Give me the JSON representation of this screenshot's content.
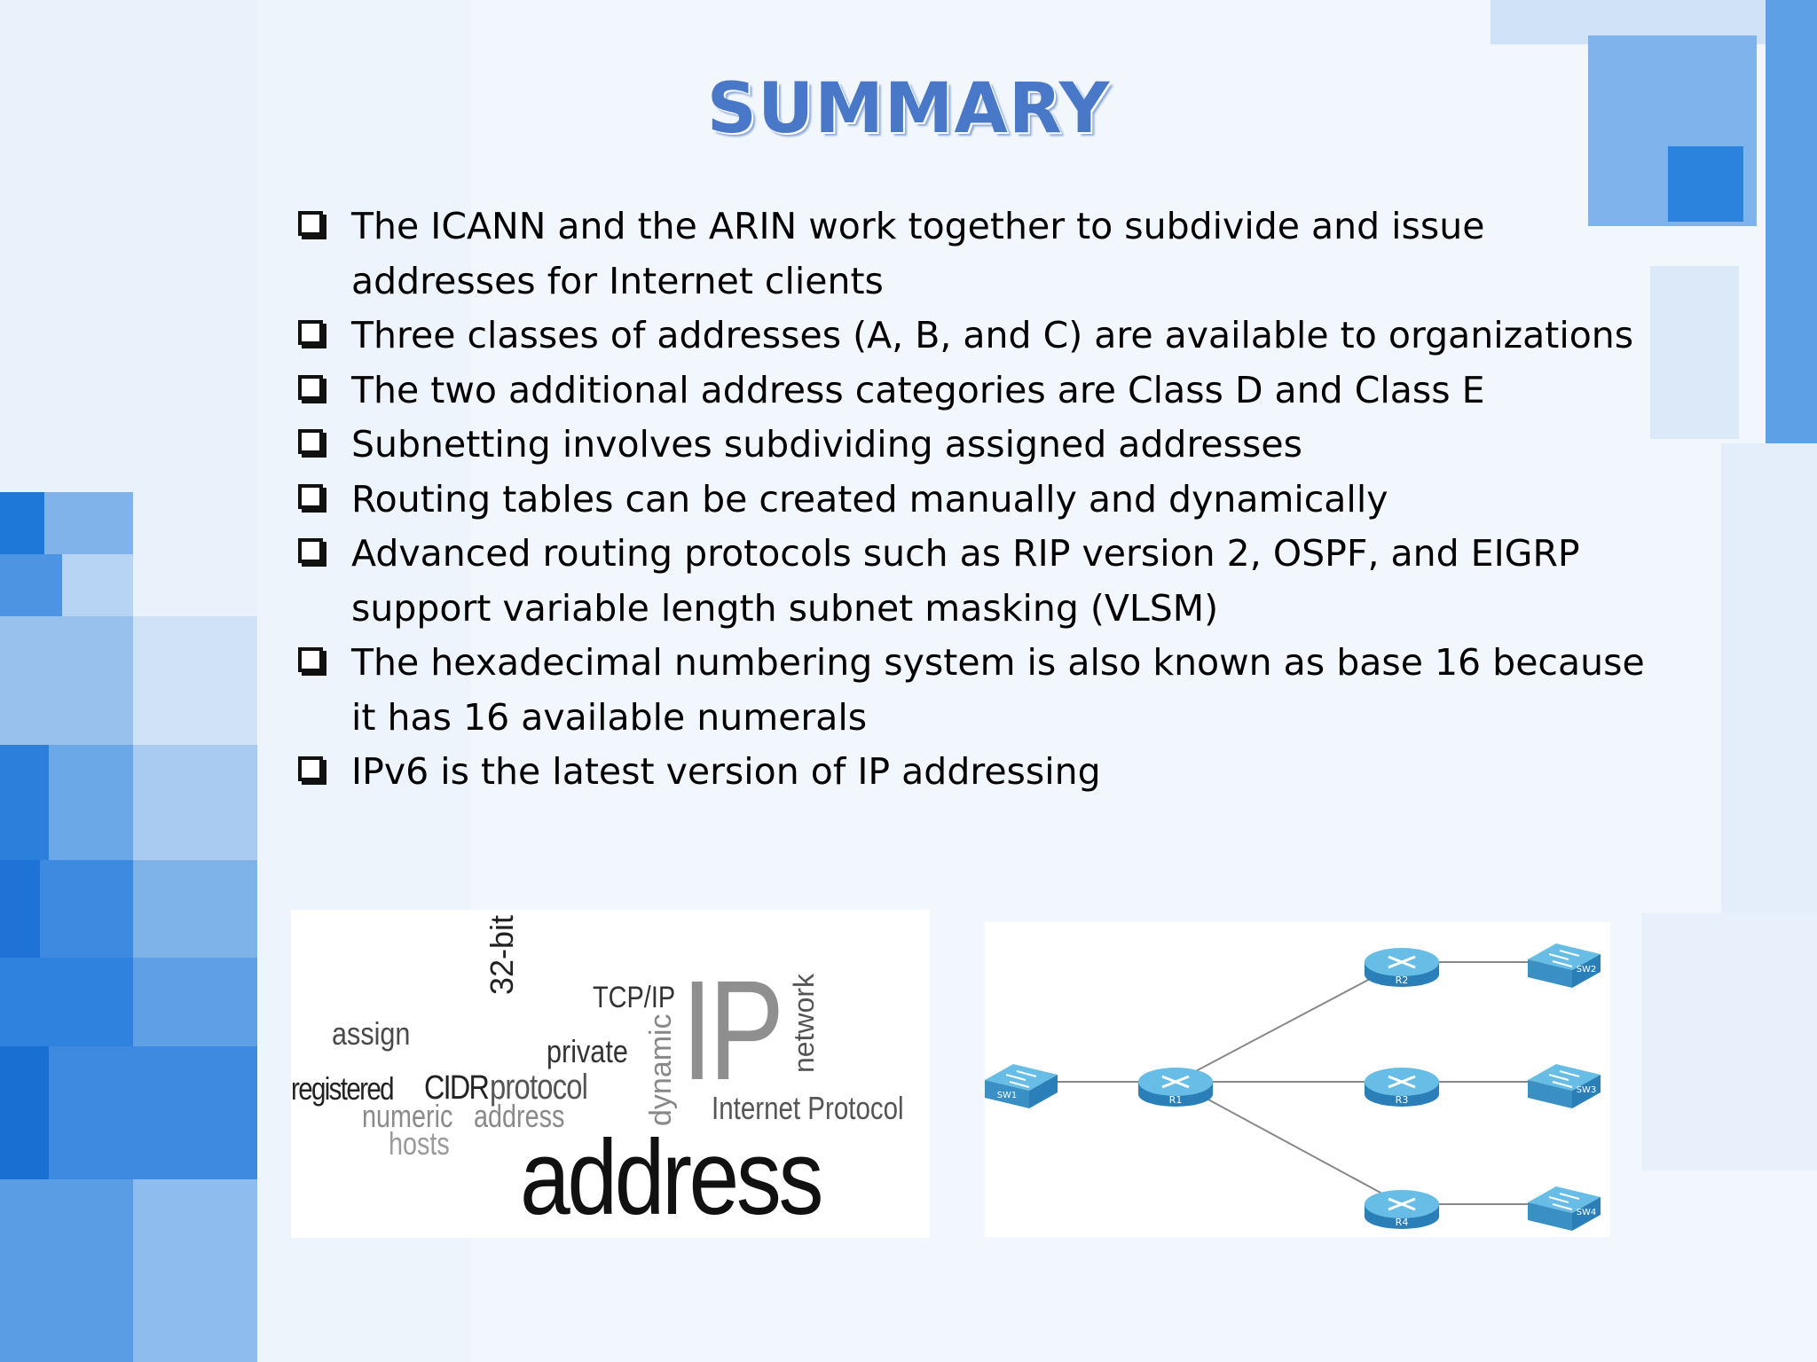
{
  "slide": {
    "title": "SUMMARY",
    "bullets": [
      "The ICANN and the ARIN work together to subdivide and issue addresses for Internet clients",
      "Three classes of addresses (A, B, and C) are available to organizations",
      "The two additional address categories are Class D and Class E",
      "Subnetting involves subdividing assigned addresses",
      "Routing tables can be created manually and dynamically",
      "Advanced routing protocols such as RIP version 2, OSPF, and EIGRP support variable length subnet masking (VLSM)",
      "The hexadecimal numbering system is also known as base 16 because it has 16 available numerals",
      "IPv6 is the latest version of IP addressing"
    ]
  },
  "word_cloud": {
    "words": {
      "assign": "assign",
      "registered": "registered",
      "cidr": "CIDR",
      "protocol": "protocol",
      "numeric": "numeric",
      "address_small": "address",
      "hosts": "hosts",
      "bit32": "32-bit",
      "tcpip": "TCP/IP",
      "private": "private",
      "dynamic": "dynamic",
      "ip": "IP",
      "network": "network",
      "internet_protocol": "Internet Protocol",
      "address_big": "address"
    }
  },
  "network_diagram": {
    "routers": [
      "R1",
      "R2",
      "R3",
      "R4"
    ],
    "switches": [
      "SW1",
      "SW2",
      "SW3",
      "SW4"
    ],
    "colors": {
      "device": "#3a8fc4",
      "device_top": "#6cc0e8",
      "link": "#888888"
    }
  },
  "colors": {
    "title": "#4a78c9",
    "accent_blue": "#1f6fd6",
    "background": "#f2f7fd"
  }
}
